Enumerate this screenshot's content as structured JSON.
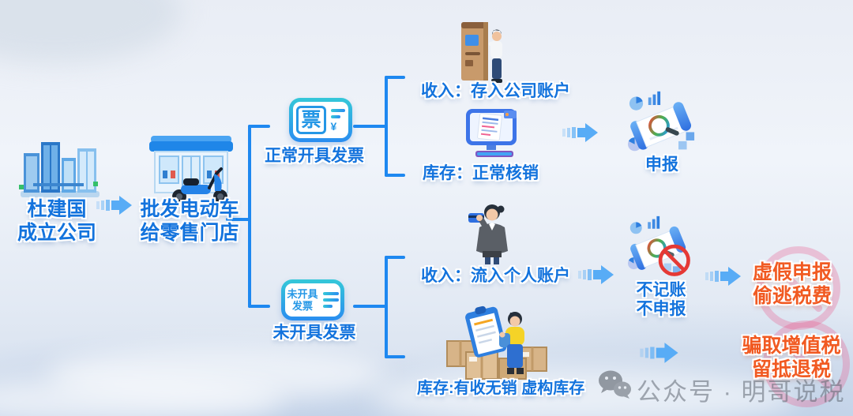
{
  "colors": {
    "line_blue": "#1e88f0",
    "arrow_blue": "#58acf6",
    "label_blue": "#1373dd",
    "alert_orange": "#f15a22",
    "prohibit_red": "#e53935",
    "invoice_teal": "#35c8d8",
    "watermark_gray": "#8d959e"
  },
  "flow": {
    "founder": {
      "line1": "杜建国",
      "line2": "成立公司"
    },
    "wholesale": {
      "line1": "批发电动车",
      "line2": "给零售门店"
    },
    "branch_normal": {
      "icon_char": "票",
      "icon_yen": "¥",
      "label": "正常开具发票",
      "income": "收入：存入公司账户",
      "stock": "库存：正常核销",
      "result": "申报"
    },
    "branch_hidden": {
      "icon_line1": "未开具",
      "icon_line2": "发票",
      "label": "未开具发票",
      "income": "收入：流入个人账户",
      "no_book_line1": "不记账",
      "no_book_line2": "不申报",
      "stock": "库存:有收无销 虚构库存",
      "result_false_line1": "虚假申报",
      "result_false_line2": "偷逃税费",
      "result_fraud_line1": "骗取增值税",
      "result_fraud_line2": "留抵退税"
    }
  },
  "watermark": {
    "account": "公众号 · 明哥说税"
  }
}
